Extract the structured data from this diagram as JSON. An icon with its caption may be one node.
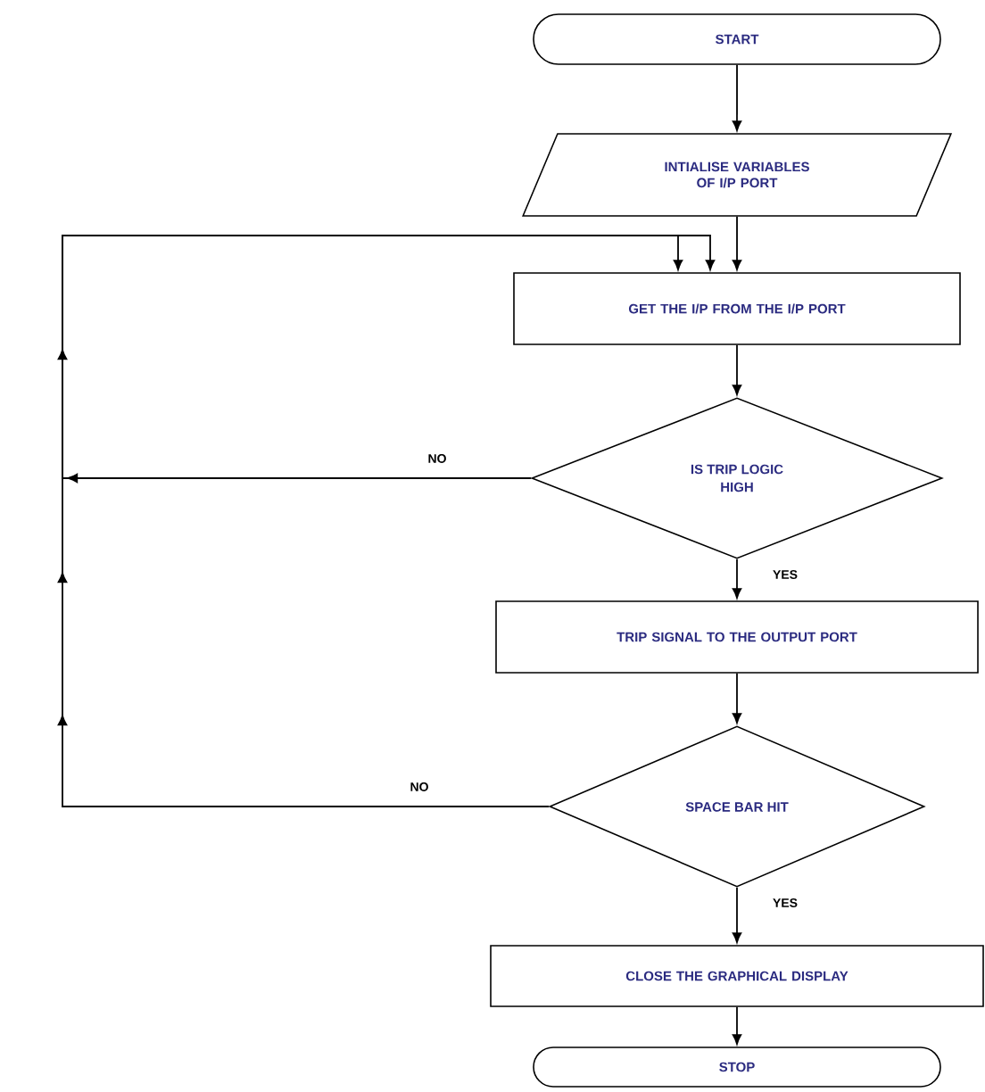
{
  "diagram": {
    "nodes": [
      {
        "text": [
          "START"
        ]
      },
      {
        "text": [
          "INTIALISE VARIABLES OF I/P PORT"
        ]
      },
      {
        "text": [
          "GET THE I/P FROM THE I/P PORT"
        ]
      },
      {
        "text": [
          "IS TRIP LOGIC HIGH"
        ]
      },
      {
        "text": [
          "TRIP SIGNAL TO THE OUTPUT PORT"
        ]
      },
      {
        "text": [
          "SPACE BAR HIT"
        ]
      },
      {
        "text": [
          "CLOSE THE GRAPHICAL DISPLAY"
        ]
      },
      {
        "text": [
          "STOP"
        ]
      }
    ],
    "edges": [
      {
        "from": 0,
        "to": 1,
        "arrow": "to"
      },
      {
        "from": 1,
        "to": 2,
        "arrow": "to"
      },
      {
        "from": 2,
        "to": 3,
        "arrow": "to"
      },
      {
        "from": 3,
        "to": 4,
        "arrow": "to",
        "label": "YES"
      },
      {
        "from": 3,
        "to": 2,
        "arrow": "to",
        "label": "NO"
      },
      {
        "from": 4,
        "to": 5,
        "arrow": "to"
      },
      {
        "from": 5,
        "to": 2,
        "arrow": "to",
        "label": "NO"
      },
      {
        "from": 5,
        "to": 6,
        "arrow": "to",
        "label": "YES"
      },
      {
        "from": 6,
        "to": 7,
        "arrow": "to"
      }
    ]
  }
}
